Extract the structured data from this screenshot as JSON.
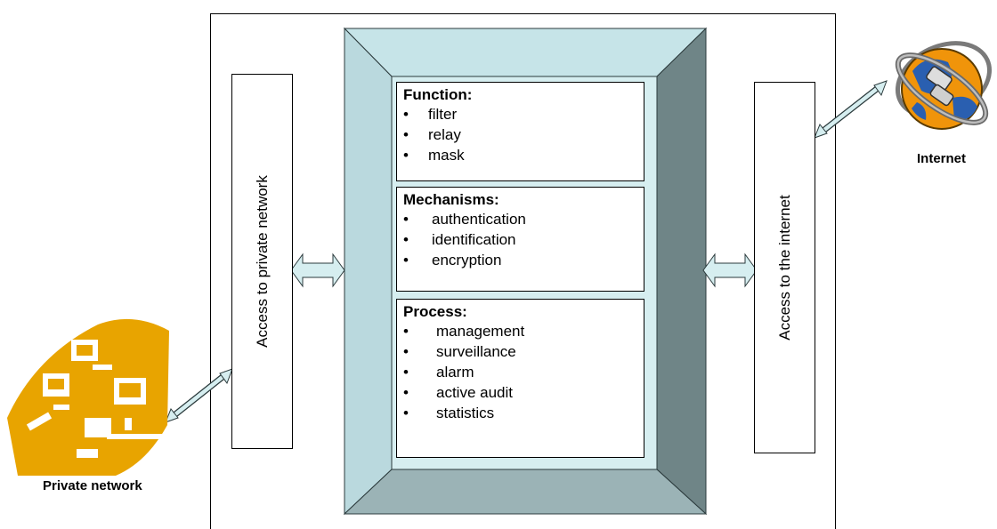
{
  "left_box": {
    "label": "Access to private network"
  },
  "right_box": {
    "label": "Access to the internet"
  },
  "panels": [
    {
      "title": "Function:",
      "items": [
        "filter",
        "relay",
        "mask"
      ]
    },
    {
      "title": "Mechanisms:",
      "items": [
        "authentication",
        "identification",
        "encryption"
      ]
    },
    {
      "title": "Process:",
      "items": [
        "management",
        "surveillance",
        "alarm",
        "active audit",
        "statistics"
      ]
    }
  ],
  "captions": {
    "private_network": "Private network",
    "internet": "Internet"
  },
  "colors": {
    "bevel_top": "#c6e4e8",
    "bevel_left": "#bad9de",
    "bevel_right": "#6f8587",
    "bevel_bottom": "#9bb3b6",
    "inner_face": "#d6eef0",
    "arrow_fill": "#d6eef0",
    "private_network": "#e8a400",
    "globe_orange": "#f0940a",
    "globe_blue": "#2a5fb0"
  },
  "icons": {
    "private_network": "private-network-icon",
    "internet": "internet-globe-icon"
  }
}
